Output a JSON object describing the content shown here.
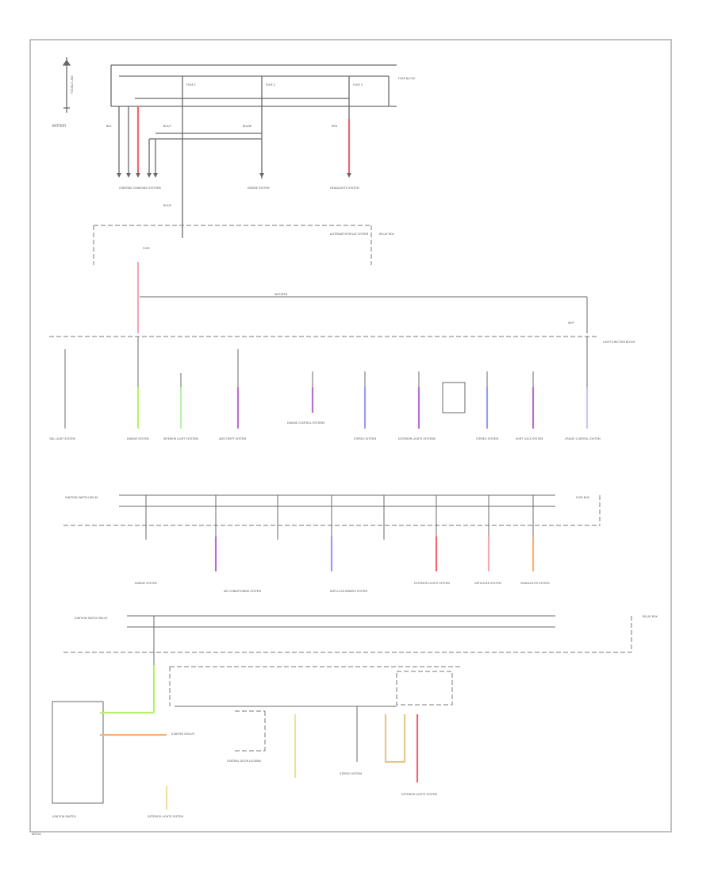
{
  "diagram": {
    "footer_code": "W0241",
    "colors": {
      "frame": "#9a9a9a",
      "wire": "#6a6a6a",
      "red": "#f1666f",
      "pink": "#f5a7b6",
      "green": "#b9ef6c",
      "lt_green": "#b9f0b0",
      "violet": "#bb6fcc",
      "blue": "#9a9af4",
      "lavender": "#c8c8f8",
      "orange": "#f6b27a",
      "cream": "#f2dfa0",
      "tan": "#e6c789",
      "dashed": "#7a7a7a"
    },
    "top": {
      "battery_label": "BATTERY",
      "battery_fuse": "FUSIBLE LINK",
      "fuse_block_label": "FUSE BLOCK",
      "fuses": [
        "FUSE 1",
        "FUSE 2",
        "FUSE 3"
      ],
      "wires": [
        "BLK",
        "BLK/Y",
        "BLK/W",
        "BLK/R",
        "RED"
      ],
      "systems": [
        "STARTING CHARGING SYSTEMS",
        "ENGINE SYSTEM",
        "HEADLIGHTS SYSTEM"
      ]
    },
    "row1": {
      "fuse_label": "FUSE",
      "box_label": "RELAY BOX",
      "relay_note": "ALTERNATOR RELAY SYSTEM",
      "cross_wire": "WHT/RED",
      "junction": "WHT",
      "right_label": "LIGHT JUNCTION BLOCK"
    },
    "row2": {
      "labels": [
        "TAIL LIGHT SYSTEM",
        "ENGINE SYSTEM",
        "INTERIOR LIGHT SYSTEMS",
        "ANTI-THEFT SYSTEM",
        "ENGINE CONTROL SYSTEMS",
        "STEREO SYSTEM",
        "EXTERIOR LIGHTS SYSTEMS",
        "STEREO SYSTEM",
        "SHIFT LOCK SYSTEM",
        "CRUISE CONTROL SYSTEM"
      ],
      "wire_code": "WHT"
    },
    "row3": {
      "left_label": "IGNITION SWITCH RELAY",
      "right_label": "FUSE BOX",
      "labels": [
        "ENGINE SYSTEM",
        "AIR CONDITIONING SYSTEM",
        "ANTI-LOCK BRAKES SYSTEM",
        "EXTERIOR LIGHTS SYSTEM",
        "DEFOGGER SYSTEM",
        "HEADLIGHTS SYSTEM"
      ]
    },
    "row4": {
      "left_label": "IGNITION SWITCH RELAY",
      "right_label": "RELAY BOX",
      "switch_label": "IGNITION SWITCH",
      "labels": [
        "STARTER CIRCUIT",
        "EXTERIOR LIGHTS SYSTEM",
        "STEREO SYSTEM",
        "EXTERIOR LIGHTS SYSTEM",
        "CENTRAL DOOR LOCKING"
      ]
    }
  }
}
